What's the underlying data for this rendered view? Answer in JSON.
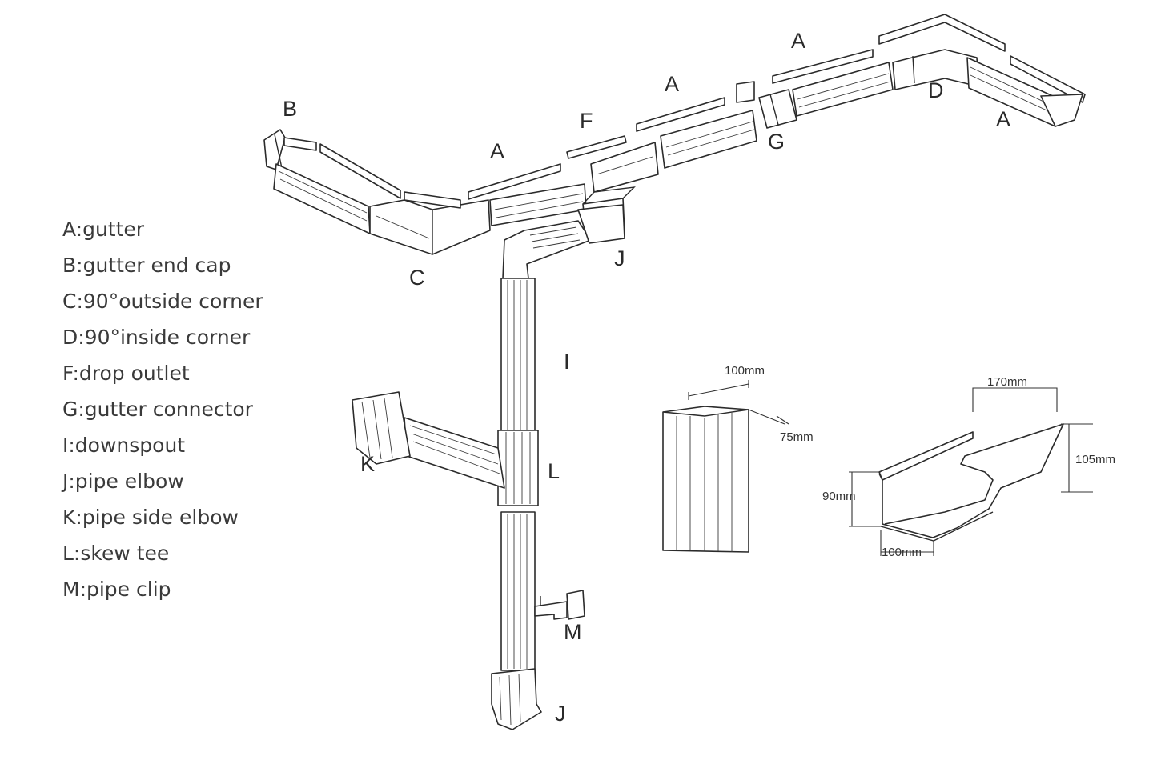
{
  "legend": [
    {
      "key": "A",
      "text": "A:gutter"
    },
    {
      "key": "B",
      "text": "B:gutter end cap"
    },
    {
      "key": "C",
      "text": "C:90°outside corner"
    },
    {
      "key": "D",
      "text": "D:90°inside corner"
    },
    {
      "key": "F",
      "text": "F:drop outlet"
    },
    {
      "key": "G",
      "text": "G:gutter connector"
    },
    {
      "key": "I",
      "text": "I:downspout"
    },
    {
      "key": "J",
      "text": "J:pipe elbow"
    },
    {
      "key": "K",
      "text": "K:pipe side elbow"
    },
    {
      "key": "L",
      "text": "L:skew tee"
    },
    {
      "key": "M",
      "text": "M:pipe clip"
    }
  ],
  "part_labels": {
    "A": "A",
    "B": "B",
    "C": "C",
    "D": "D",
    "F": "F",
    "G": "G",
    "I": "I",
    "J": "J",
    "K": "K",
    "L": "L",
    "M": "M"
  },
  "downspout_dimensions": {
    "width": "100mm",
    "depth": "75mm"
  },
  "gutter_dimensions": {
    "top_width": "170mm",
    "height": "105mm",
    "back_height": "90mm",
    "bottom_width": "100mm"
  }
}
